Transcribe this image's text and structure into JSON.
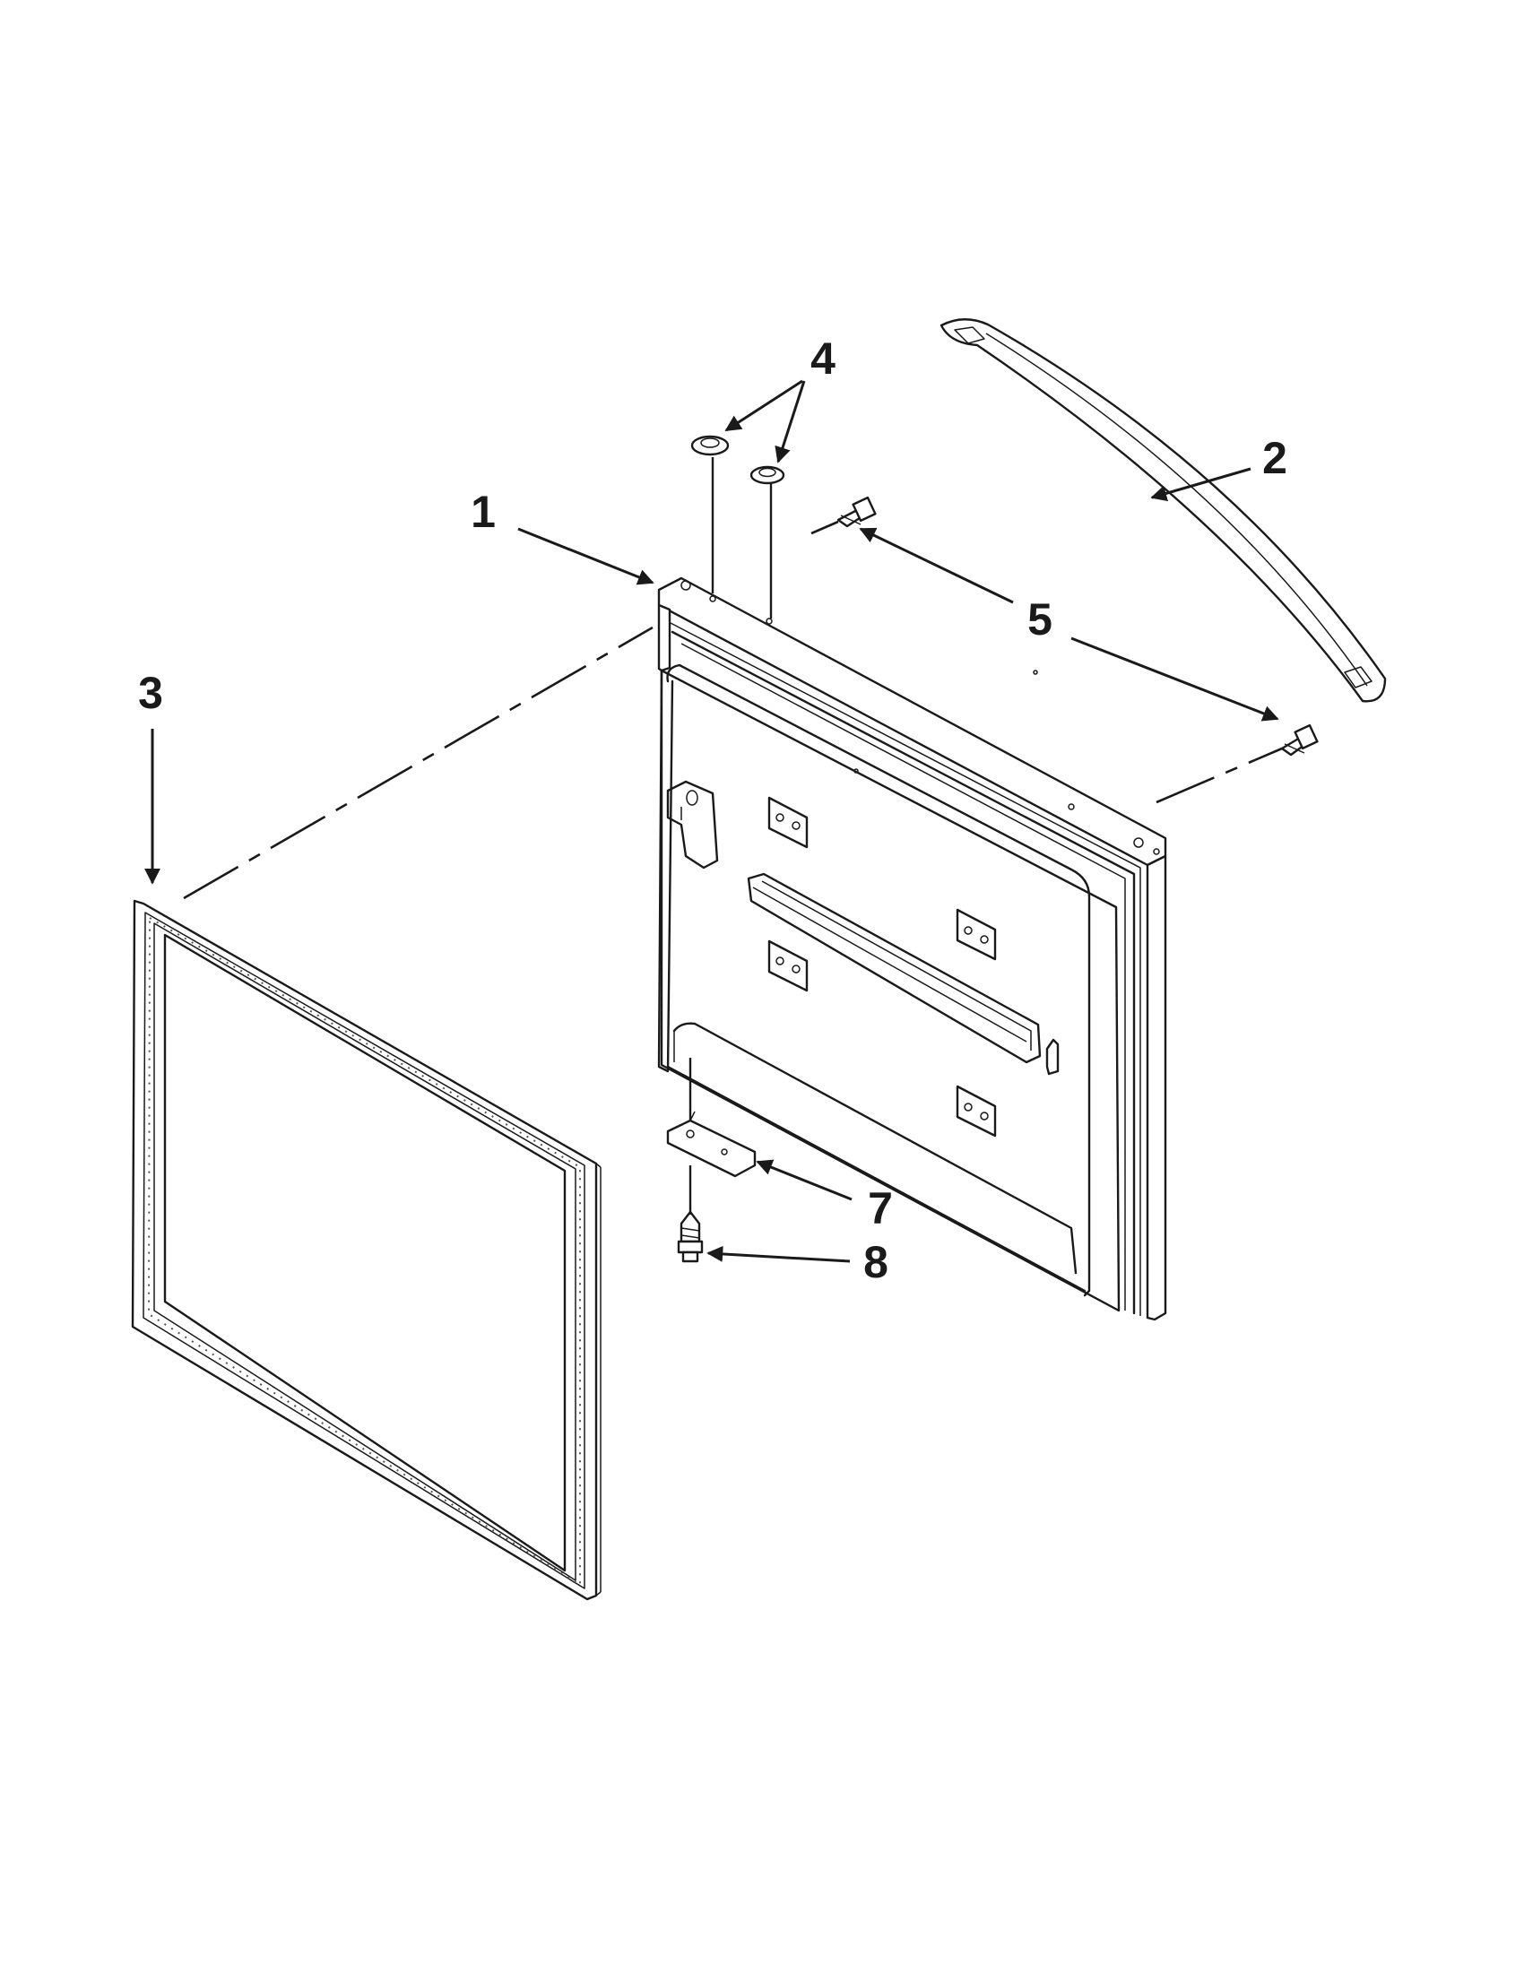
{
  "callouts": {
    "door": "1",
    "handle": "2",
    "gasket": "3",
    "plugs": "4",
    "handle_screws": "5",
    "hinge_bracket": "7",
    "hinge_screw": "8"
  }
}
